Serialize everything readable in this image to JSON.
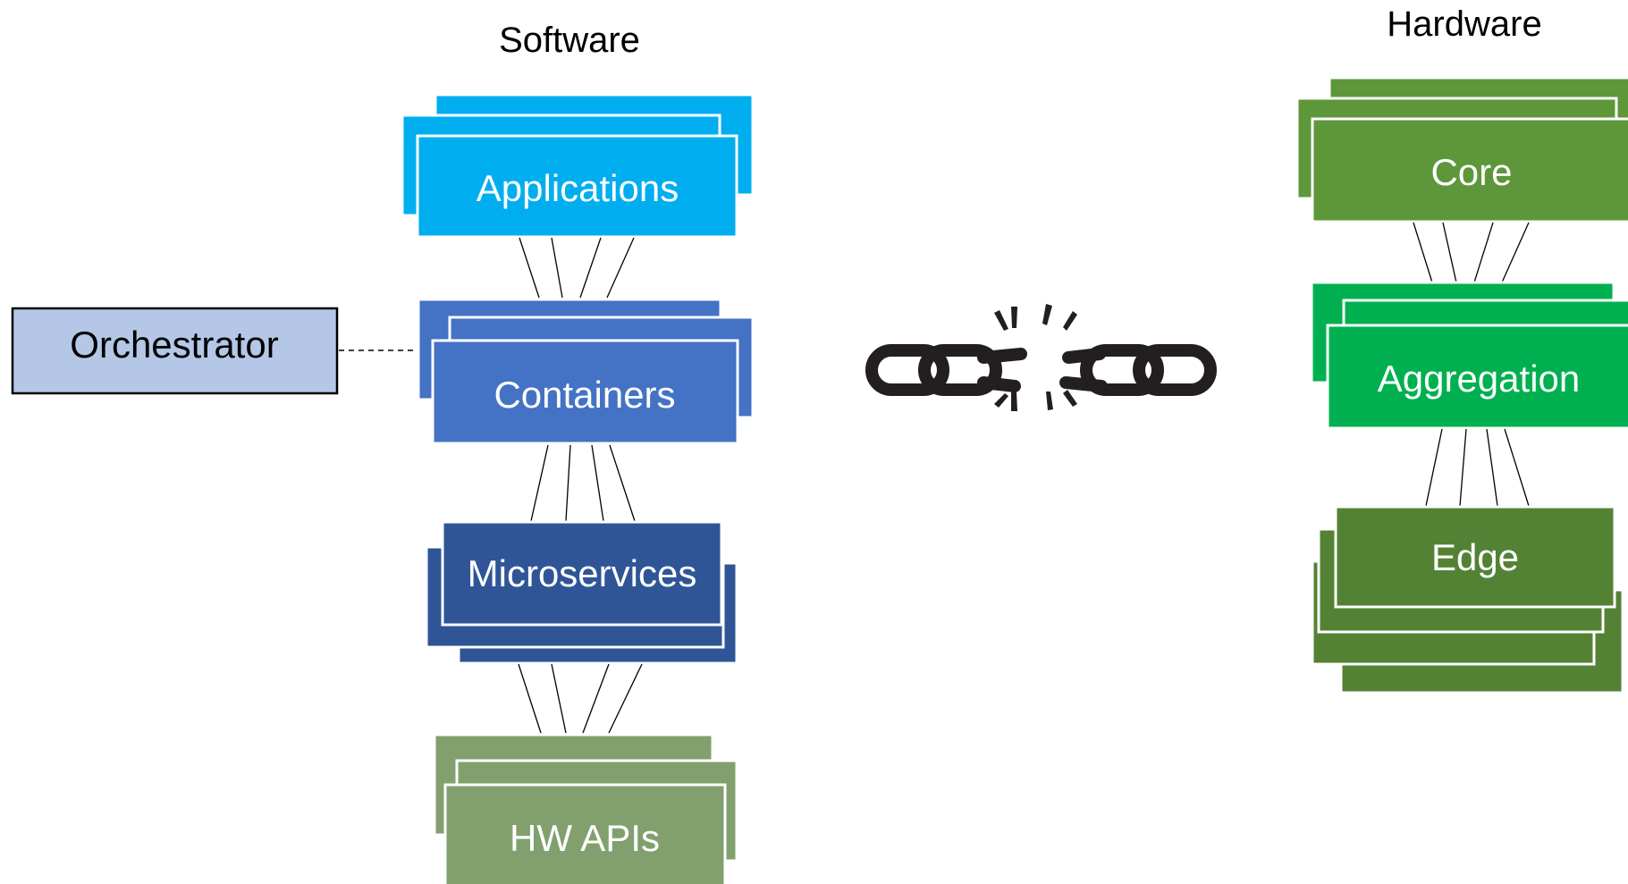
{
  "software": {
    "heading": "Software",
    "layers": [
      {
        "id": "applications",
        "label": "Applications",
        "color": "#00AEEF"
      },
      {
        "id": "containers",
        "label": "Containers",
        "color": "#4472C4"
      },
      {
        "id": "microservices",
        "label": "Microservices",
        "color": "#2F5597"
      },
      {
        "id": "hw-apis",
        "label": "HW APIs",
        "color": "#82A06E"
      }
    ]
  },
  "orchestrator": {
    "label": "Orchestrator",
    "color": "#B4C7E7"
  },
  "hardware": {
    "heading": "Hardware",
    "layers": [
      {
        "id": "core",
        "label": "Core",
        "color": "#5E973A"
      },
      {
        "id": "aggregation",
        "label": "Aggregation",
        "color": "#00B050"
      },
      {
        "id": "edge",
        "label": "Edge",
        "color": "#548235"
      }
    ]
  },
  "divider": {
    "icon": "broken-chain-icon",
    "color": "#231F20"
  }
}
